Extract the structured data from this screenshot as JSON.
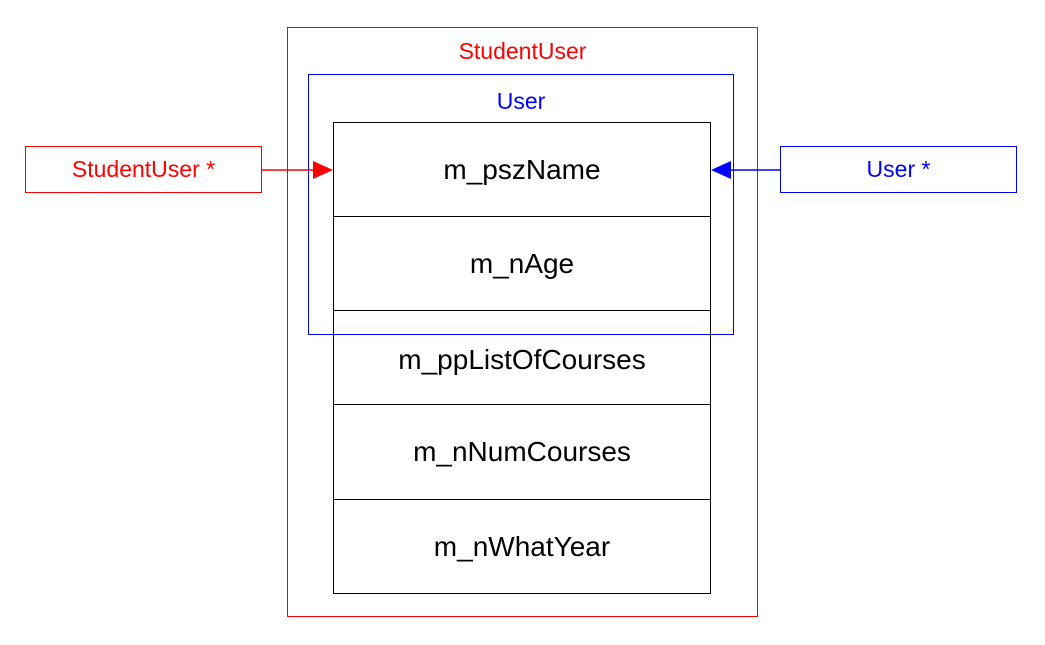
{
  "outer_class": {
    "label": "StudentUser",
    "color": "#ff0000"
  },
  "inner_class": {
    "label": "User",
    "color": "#0000ff"
  },
  "fields": [
    "m_pszName",
    "m_nAge",
    "m_ppListOfCourses",
    "m_nNumCourses",
    "m_nWhatYear"
  ],
  "pointers": {
    "left": {
      "label": "StudentUser *",
      "color": "#ff0000"
    },
    "right": {
      "label": "User *",
      "color": "#0000ff"
    }
  }
}
